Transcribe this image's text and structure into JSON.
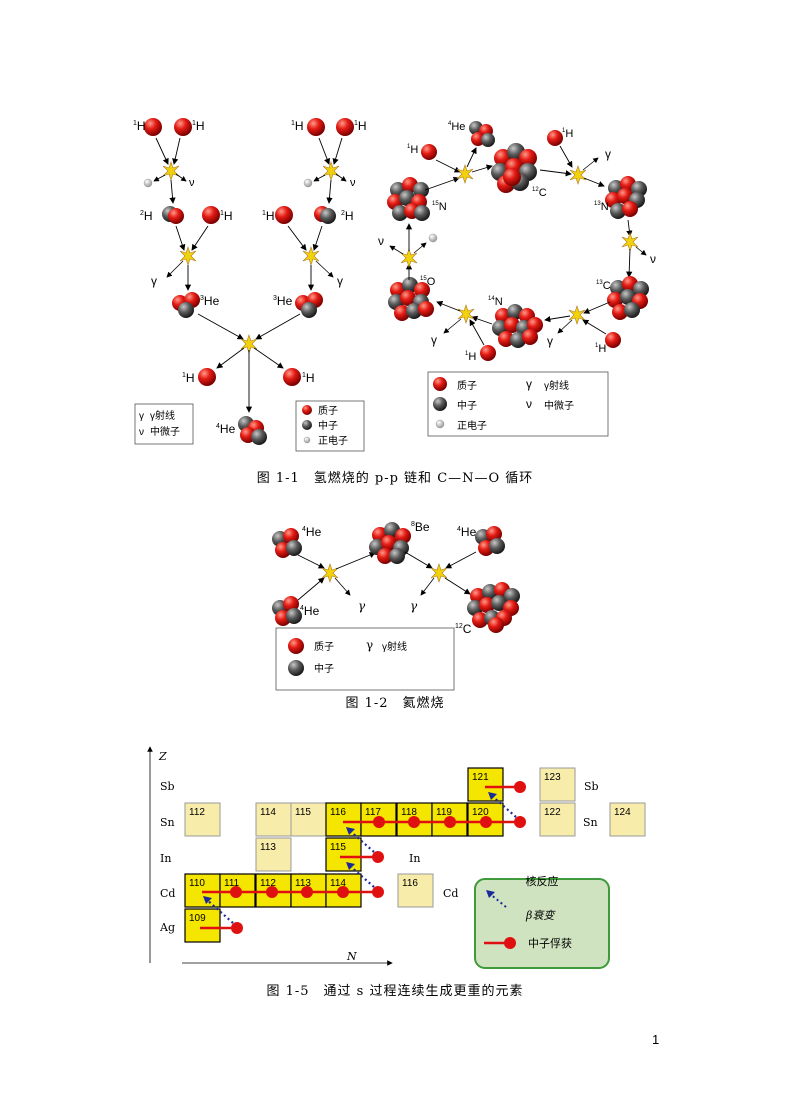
{
  "figure1": {
    "caption": "图 1-1　氢燃烧的 p-p 链和 C—N—O 循环",
    "pp": {
      "h1": "H",
      "he3": "He",
      "he4": "He",
      "sup1": "1",
      "sup2": "2",
      "sup3": "3",
      "sup4": "4",
      "gamma": "γ",
      "nu": "ν"
    },
    "legend_small1": {
      "gamma_label": "γ射线",
      "nu_label": "中微子",
      "gamma": "γ",
      "nu": "ν"
    },
    "legend_small2": {
      "proton": "质子",
      "neutron": "中子",
      "positron": "正电子"
    },
    "cno": {
      "he4": "He",
      "h1": "H",
      "n15": "N",
      "c12": "C",
      "n13": "N",
      "c13": "C",
      "n14": "N",
      "o15": "O",
      "s4": "4",
      "s1": "1",
      "s15": "15",
      "s12": "12",
      "s13": "13",
      "s14": "14",
      "gamma": "γ",
      "nu": "ν"
    },
    "legend_cno": {
      "proton": "质子",
      "neutron": "中子",
      "positron": "正电子",
      "gamma_label": "γ射线",
      "nu_label": "中微子",
      "gamma": "γ",
      "nu": "ν"
    }
  },
  "figure2": {
    "caption": "图 1-2　氦燃烧",
    "he": "He",
    "be": "Be",
    "c": "C",
    "s4": "4",
    "s8": "8",
    "s12": "12",
    "gamma": "γ",
    "legend": {
      "proton": "质子",
      "neutron": "中子",
      "gamma": "γ",
      "gamma_label": "γ射线"
    }
  },
  "figure5": {
    "caption": "图 1-5　通过 s 过程连续生成更重的元素",
    "axis_z": "Z",
    "axis_n": "N",
    "rows": [
      "Sb",
      "Sn",
      "In",
      "Cd",
      "Ag"
    ],
    "right_labels": {
      "sb": "Sb",
      "sn": "Sn",
      "in": "In",
      "cd": "Cd"
    },
    "boxes": [
      "109",
      "110",
      "111",
      "112",
      "113",
      "114",
      "115",
      "116",
      "117",
      "118",
      "119",
      "120",
      "121",
      "112",
      "113",
      "114",
      "115",
      "116",
      "122",
      "123",
      "124"
    ],
    "legend": {
      "title": "核反应",
      "beta": "β衰变",
      "capture": "中子俘获"
    },
    "colors": {
      "s_path": "#f5e600",
      "other": "#f7ecaa",
      "line": "#e01010",
      "beta": "#1a2a9a",
      "legend_bg": "#cfe3c0",
      "legend_border": "#3e9a3a"
    }
  },
  "page_number": "1"
}
